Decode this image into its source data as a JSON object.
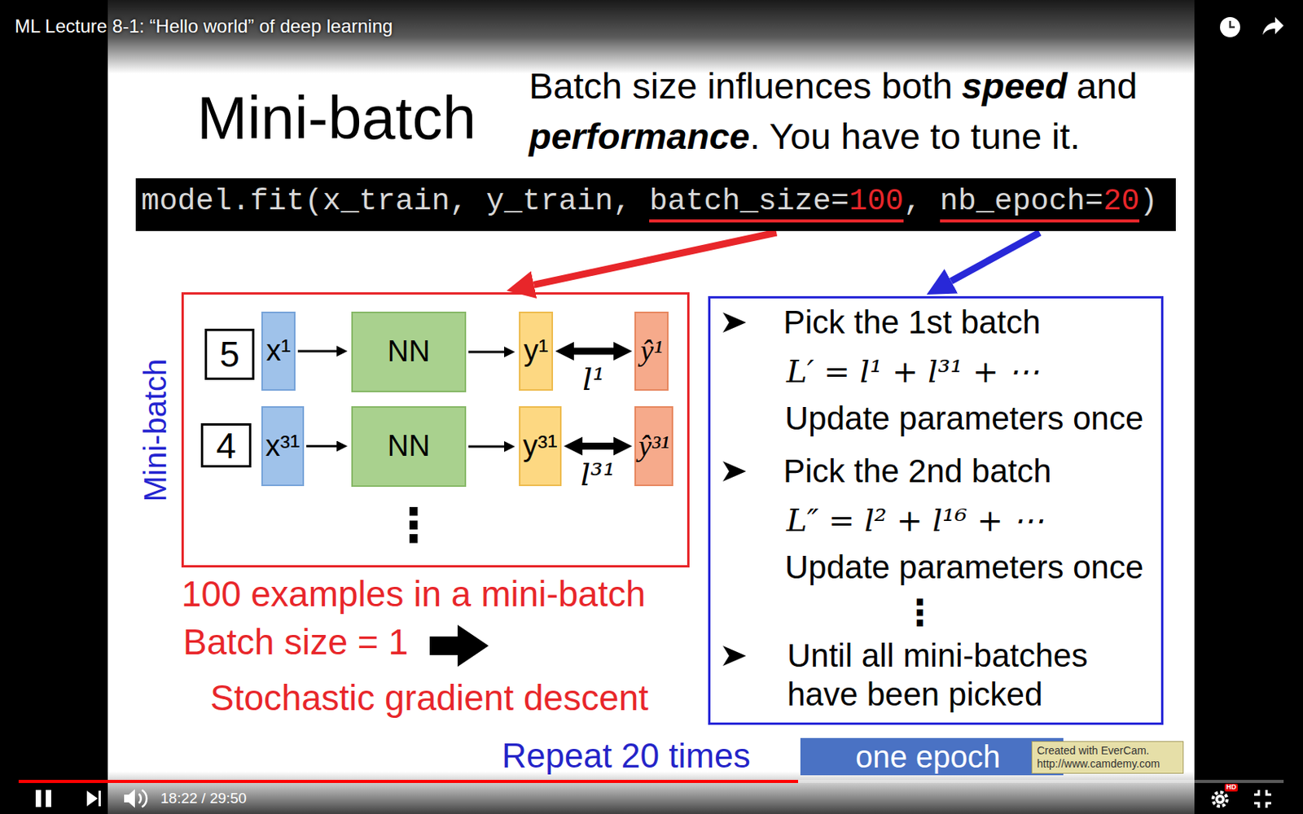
{
  "diagram": {
    "title": "Mini-batch",
    "nodes": [
      {
        "text": [
          "model.fit(x_train, y_train,",
          "batch_size=",
          "100",
          ",",
          "nb_epoch=",
          "20",
          ")"
        ]
      },
      {
        "text": [
          "Mini-batch"
        ]
      },
      {
        "text": [
          "5"
        ],
        "in": 1
      },
      {
        "text": [
          "x¹"
        ],
        "in": 1
      },
      {
        "text": [
          "NN"
        ],
        "in": 1
      },
      {
        "text": [
          "y¹"
        ],
        "in": 1
      },
      {
        "text": [
          "ŷ¹"
        ],
        "in": 1
      },
      {
        "text": [
          "4"
        ],
        "in": 1
      },
      {
        "text": [
          "x³¹"
        ],
        "in": 1
      },
      {
        "text": [
          "NN"
        ],
        "in": 1
      },
      {
        "text": [
          "y³¹"
        ],
        "in": 1
      },
      {
        "text": [
          "ŷ³¹"
        ],
        "in": 1
      },
      {
        "text": [
          "Pick the 1st batch",
          "L′ = l¹ + l³¹ + ⋯",
          "Update parameters once",
          "Pick the 2nd batch",
          "L″ = l² + l¹⁶ + ⋯",
          "Update parameters once",
          "⋮",
          "Until all mini-batches have been picked"
        ]
      },
      {
        "text": [
          "one epoch"
        ]
      }
    ],
    "edges": [
      {
        "from": 0,
        "to": 1,
        "arrow": "to"
      },
      {
        "from": 0,
        "to": 12,
        "arrow": "to"
      },
      {
        "from": 3,
        "to": 4,
        "arrow": "to"
      },
      {
        "from": 4,
        "to": 5,
        "arrow": "to"
      },
      {
        "from": 5,
        "to": 6,
        "label": "l¹",
        "arrow": "both"
      },
      {
        "from": 8,
        "to": 9,
        "arrow": "to"
      },
      {
        "from": 9,
        "to": 10,
        "arrow": "to"
      },
      {
        "from": 10,
        "to": 11,
        "label": "l³¹",
        "arrow": "both"
      }
    ],
    "labels": [
      "ML Lecture 8-1: “Hello world” of deep learning",
      "Batch size influences both",
      "speed",
      "and",
      "performance",
      ". You have to tune it.",
      "⋮",
      "100 examples in a mini-batch",
      "Batch size = 1",
      "Stochastic gradient descent",
      "Repeat 20 times",
      "Created with EverCam. http://www.camdemy.com",
      "18:22 / 29:50",
      "HD"
    ]
  }
}
